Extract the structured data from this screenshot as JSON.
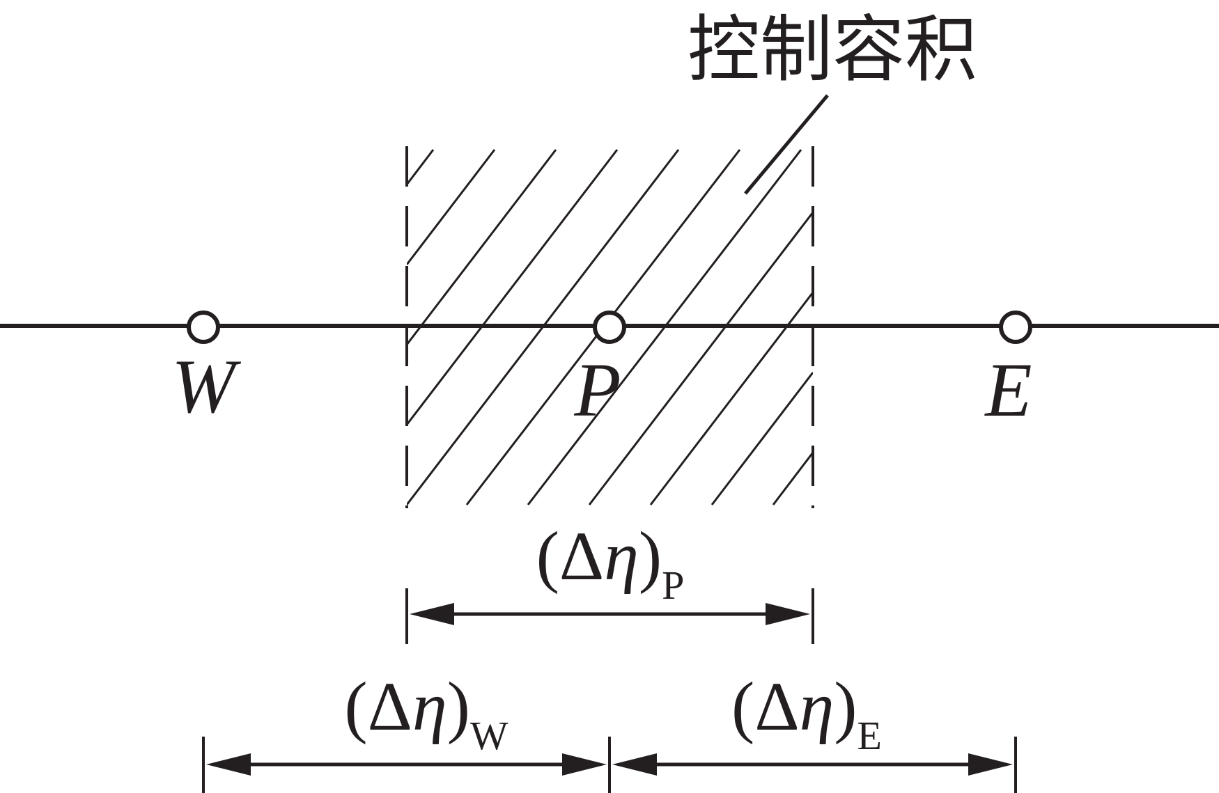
{
  "annotation": {
    "control_volume_label": "控制容积"
  },
  "nodes": {
    "west": "W",
    "center": "P",
    "east": "E"
  },
  "dimensions": {
    "center_width": {
      "open": "(",
      "delta": "Δ",
      "eta": "η",
      "close": ")",
      "subscript": "P"
    },
    "west_distance": {
      "open": "(",
      "delta": "Δ",
      "eta": "η",
      "close": ")",
      "subscript": "W"
    },
    "east_distance": {
      "open": "(",
      "delta": "Δ",
      "eta": "η",
      "close": ")",
      "subscript": "E"
    }
  },
  "colors": {
    "ink": "#231f20",
    "background": "#ffffff"
  }
}
